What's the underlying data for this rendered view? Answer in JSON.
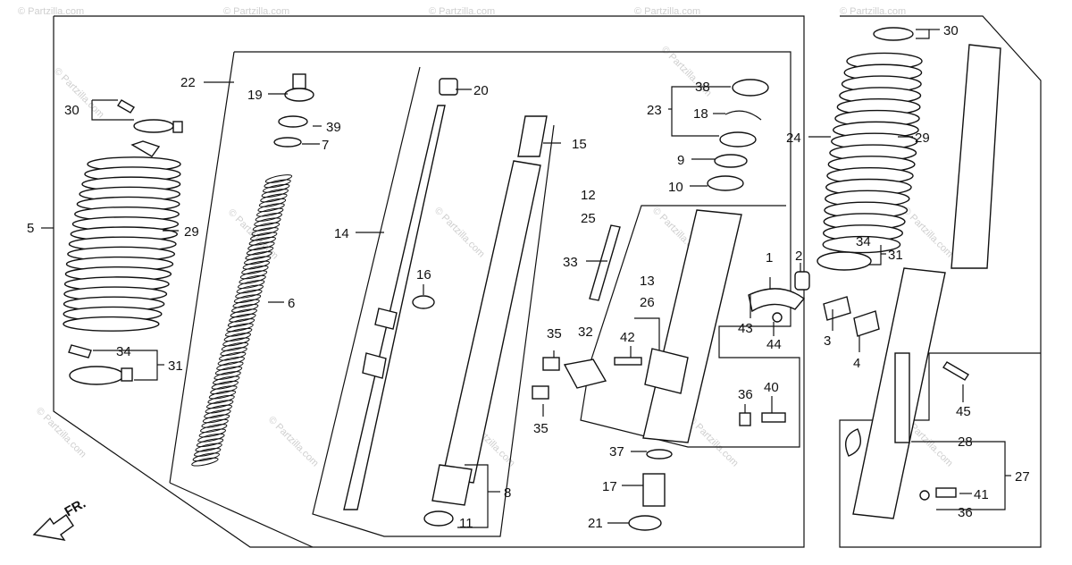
{
  "watermark": "© Partzilla.com",
  "direction_label": "FR.",
  "callouts": [
    "1",
    "2",
    "3",
    "4",
    "5",
    "6",
    "7",
    "8",
    "9",
    "10",
    "11",
    "12",
    "13",
    "14",
    "15",
    "16",
    "17",
    "18",
    "19",
    "20",
    "21",
    "22",
    "23",
    "24",
    "25",
    "26",
    "27",
    "28",
    "29",
    "29",
    "30",
    "30",
    "31",
    "31",
    "32",
    "33",
    "34",
    "34",
    "35",
    "35",
    "36",
    "36",
    "37",
    "38",
    "39",
    "40",
    "41",
    "42",
    "43",
    "44",
    "45"
  ],
  "colors": {
    "line": "#111111",
    "background": "#ffffff",
    "watermark": "#cfcfcf"
  }
}
